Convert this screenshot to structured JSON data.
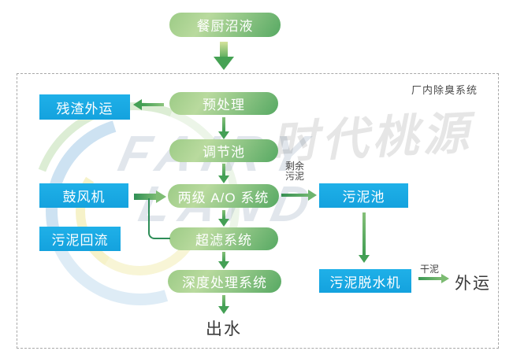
{
  "header": {
    "source_label": "餐厨沼液"
  },
  "region": {
    "label": "厂内除臭系统"
  },
  "flow": {
    "steps": [
      {
        "label": "预处理"
      },
      {
        "label": "调节池"
      },
      {
        "label": "两级 A/O 系统"
      },
      {
        "label": "超滤系统"
      },
      {
        "label": "深度处理系统"
      }
    ],
    "output_label": "出水"
  },
  "side": {
    "residue_out": "残渣外运",
    "blower": "鼓风机",
    "sludge_return": "污泥回流",
    "sludge_tank": "污泥池",
    "sludge_dewaterer": "污泥脱水机",
    "outbound": "外运"
  },
  "annotations": {
    "excess_sludge_line1": "剩余",
    "excess_sludge_line2": "污泥",
    "dry_sludge": "干泥"
  },
  "watermark": {
    "en_line1": "FAIRY",
    "en_line2": "LAND",
    "cn": "时代桃源"
  },
  "colors": {
    "pill_green_light": "#b9da9e",
    "pill_green_dark": "#57a963",
    "box_blue": "#18a9e2",
    "arrow_green": "#44a055",
    "connector_green": "#2e8d58",
    "dashed_border": "#a8a8a8",
    "dark_text": "#3a3a3a"
  }
}
